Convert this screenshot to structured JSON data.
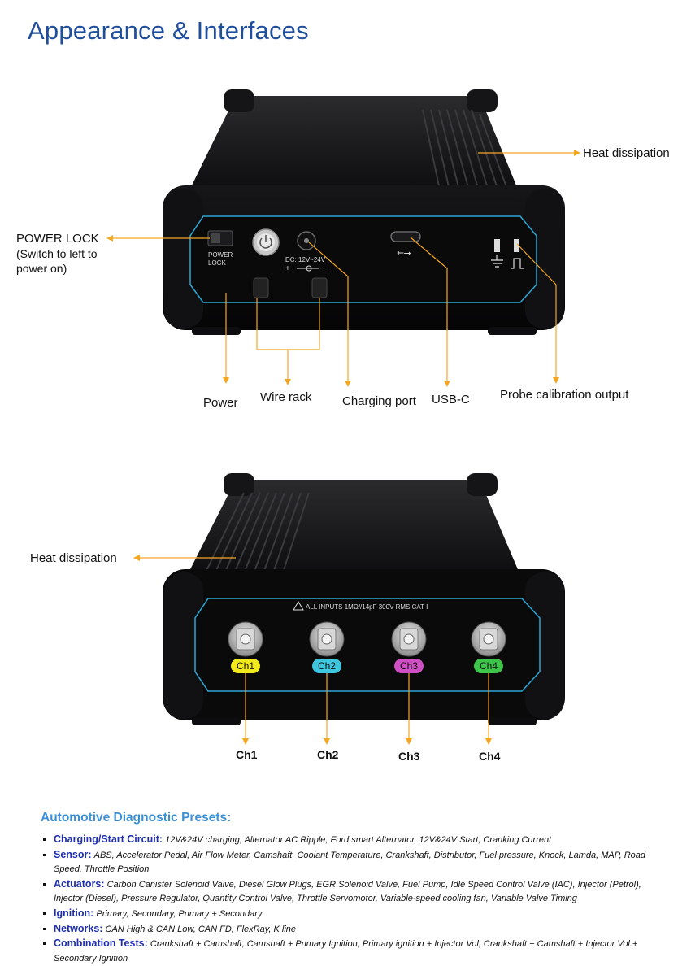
{
  "title": "Appearance & Interfaces",
  "top_device": {
    "labels": {
      "heat_dissipation": "Heat dissipation",
      "power_lock_title": "POWER LOCK",
      "power_lock_line2": "(Switch to left to",
      "power_lock_line3": "power on)",
      "power": "Power",
      "wire_rack": "Wire rack",
      "charging_port": "Charging port",
      "usb_c": "USB-C",
      "probe_calibration": "Probe calibration output"
    },
    "panel_text": {
      "power_lock_1": "POWER",
      "power_lock_2": "LOCK",
      "dc": "DC: 12V~24V"
    }
  },
  "bottom_device": {
    "labels": {
      "heat_dissipation": "Heat dissipation"
    },
    "panel_text": {
      "warning": "ALL INPUTS 1MΩ//14pF 300V RMS CAT I"
    },
    "channels": [
      {
        "badge": "Ch1",
        "label": "Ch1",
        "color": "#f2ea1c"
      },
      {
        "badge": "Ch2",
        "label": "Ch2",
        "color": "#3ec6df"
      },
      {
        "badge": "Ch3",
        "label": "Ch3",
        "color": "#d04fc4"
      },
      {
        "badge": "Ch4",
        "label": "Ch4",
        "color": "#3dc44a"
      }
    ]
  },
  "presets": {
    "title": "Automotive Diagnostic Presets:",
    "items": [
      {
        "heading": "Charging/Start Circuit:",
        "text": "12V&24V charging, Alternator AC Ripple, Ford smart Alternator, 12V&24V Start, Cranking Current"
      },
      {
        "heading": "Sensor:",
        "text": "ABS, Accelerator Pedal, Air Flow Meter, Camshaft, Coolant Temperature, Crankshaft, Distributor, Fuel pressure, Knock, Lamda, MAP, Road Speed, Throttle Position"
      },
      {
        "heading": "Actuators:",
        "text": "Carbon Canister Solenoid Valve, Diesel Glow Plugs, EGR Solenoid Valve, Fuel Pump, Idle Speed Control Valve (IAC), Injector (Petrol), Injector (Diesel), Pressure Regulator, Quantity Control Valve, Throttle Servomotor, Variable-speed cooling fan, Variable Valve Timing"
      },
      {
        "heading": "Ignition:",
        "text": "Primary, Secondary, Primary + Secondary"
      },
      {
        "heading": "Networks:",
        "text": "CAN High & CAN Low, CAN FD, FlexRay, K line"
      },
      {
        "heading": "Combination Tests:",
        "text": "Crankshaft + Camshaft, Camshaft + Primary Ignition, Primary ignition + Injector Vol, Crankshaft + Camshaft + Injector Vol.+ Secondary Ignition"
      }
    ]
  },
  "colors": {
    "title": "#1f4e9c",
    "accent_line": "#f5a623",
    "panel_border": "#2aa7d6",
    "preset_heading": "#1f2fb0",
    "section_title": "#3b8fd3"
  }
}
